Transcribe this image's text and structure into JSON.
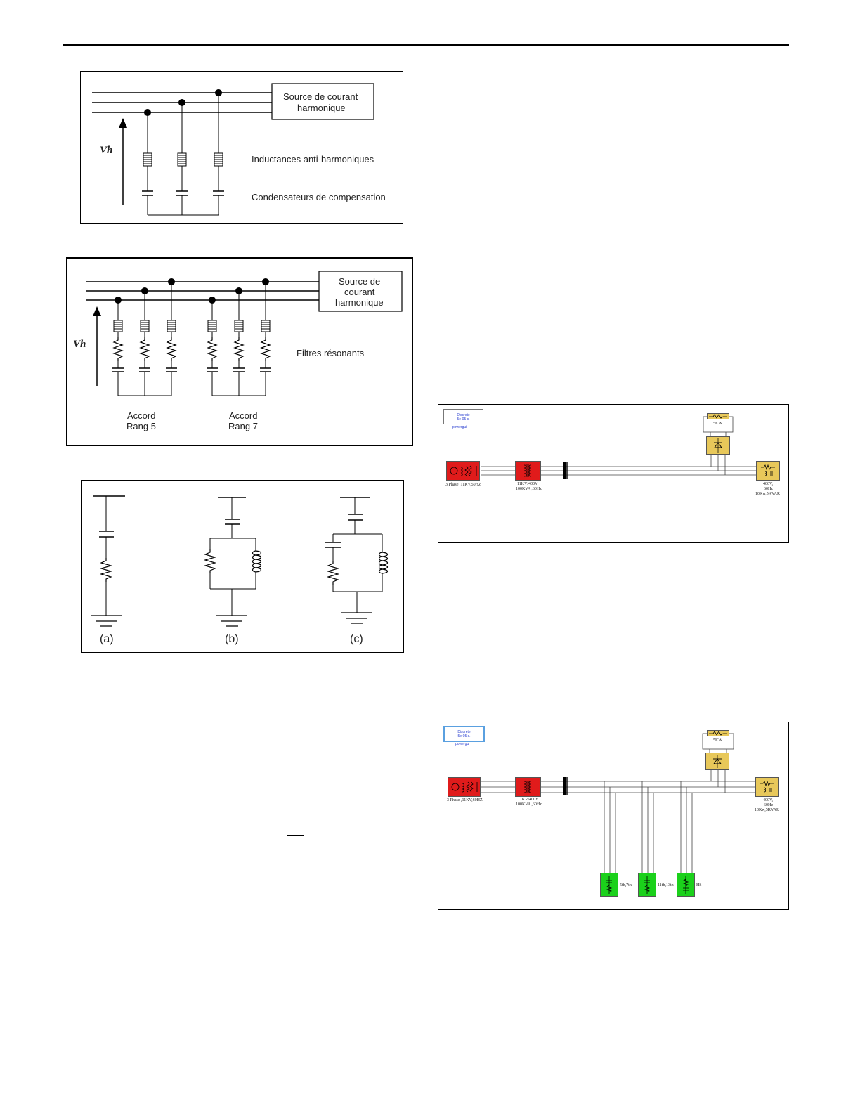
{
  "fig1": {
    "source_label_line1": "Source de courant",
    "source_label_line2": "harmonique",
    "vh_label": "Vh",
    "inductances_label": "Inductances anti-harmoniques",
    "condensateurs_label": "Condensateurs de compensation"
  },
  "fig2": {
    "source_label_line1": "Source de",
    "source_label_line2": "courant",
    "source_label_line3": "harmonique",
    "vh_label": "Vh",
    "filtres_label": "Filtres résonants",
    "accord5_line1": "Accord",
    "accord5_line2": "Rang 5",
    "accord7_line1": "Accord",
    "accord7_line2": "Rang 7"
  },
  "fig3": {
    "label_a": "(a)",
    "label_b": "(b)",
    "label_c": "(c)"
  },
  "sim1": {
    "powergui_line1": "Discrete",
    "powergui_line2": "5e-05 s.",
    "powergui_caption": "powergui",
    "load_label": "5KW",
    "source_label": "3 Phase ,11KV,50HZ",
    "transformer_line1": "11KV/400V",
    "transformer_line2": "100KVA ,60Hz",
    "rlc_line1": "400V,",
    "rlc_line2": "60Hz",
    "rlc_line3": "10Kw,5KVAR"
  },
  "sim2": {
    "powergui_line1": "Discrete",
    "powergui_line2": "5e-05 s.",
    "powergui_caption": "powergui",
    "load_label": "5KW",
    "source_label": "3 Phase ,11KV,60HZ",
    "transformer_line1": "11KV/400V",
    "transformer_line2": "100KVA ,60Hz",
    "rlc_line1": "400V,",
    "rlc_line2": "60Hz",
    "rlc_line3": "10Kw,5KVAR",
    "filter1_label": "5th,7th",
    "filter2_label": "11th,13th",
    "filter3_label": "Hh"
  }
}
